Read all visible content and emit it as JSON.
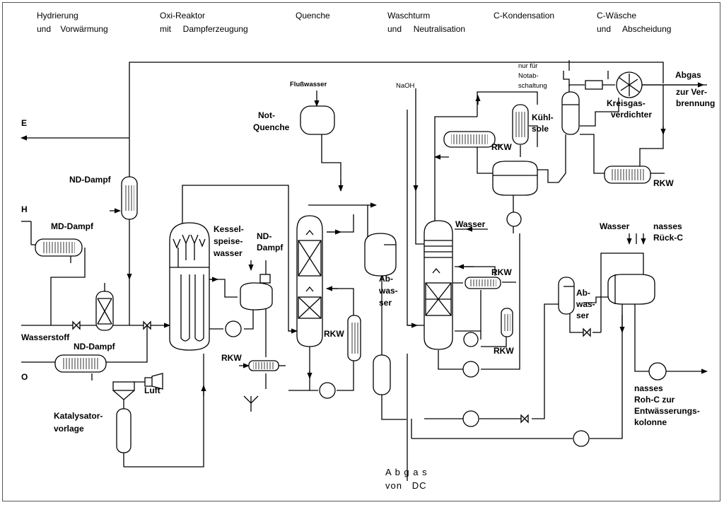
{
  "sections": [
    {
      "line1": "Hydrierung",
      "line2": "und    Vorwärmung"
    },
    {
      "line1": "Oxi-Reaktor",
      "line2": "mit     Dampferzeugung"
    },
    {
      "line1": "Quenche",
      "line2": ""
    },
    {
      "line1": "Waschturm",
      "line2": "und     Neutralisation"
    },
    {
      "line1": "C-Kondensation",
      "line2": ""
    },
    {
      "line1": "C-Wäsche",
      "line2": "und     Abscheidung"
    }
  ],
  "streams": {
    "E": "E",
    "H": "H",
    "O": "O",
    "nd_dampf_1": "ND-Dampf",
    "md_dampf": "MD-Dampf",
    "wasserstoff": "Wasserstoff",
    "nd_dampf_2": "ND-Dampf",
    "luft": "Luft",
    "katalysator": [
      "Katalysator-",
      "vorlage"
    ],
    "kessel": [
      "Kessel-",
      "speise-",
      "wasser"
    ],
    "nd_dampf_3": [
      "ND-",
      "Dampf"
    ],
    "rkw_oxi": "RKW",
    "flusswasser": "Flußwasser",
    "not_quenche": [
      "Not-",
      "Quenche"
    ],
    "rkw_quench": "RKW",
    "abwasser_1": [
      "Ab-",
      "was-",
      "ser"
    ],
    "naoh": "NaOH",
    "wasser_wt": "Wasser",
    "rkw_wt1": "RKW",
    "rkw_wt2": "RKW",
    "abgas_dc": [
      "A b g a s",
      "von   DC"
    ],
    "notab": [
      "nur für",
      "Notab-",
      "schaltung"
    ],
    "kuehlsole": [
      "Kühl-",
      "sole"
    ],
    "rkw_c1": "RKW",
    "rkw_c2": "RKW",
    "abgas": [
      "Abgas",
      "zur Ver-",
      "brennung"
    ],
    "kreisgas": [
      "Kreisgas-",
      "verdichter"
    ],
    "wasser_cw": "Wasser",
    "nasses_rueck": [
      "nasses",
      "Rück-C"
    ],
    "abwasser_2": [
      "Ab-",
      "was-",
      "ser"
    ],
    "nasses_roh": [
      "nasses",
      "Roh-C  zur",
      "Entwässerungs-",
      "kolonne"
    ]
  }
}
